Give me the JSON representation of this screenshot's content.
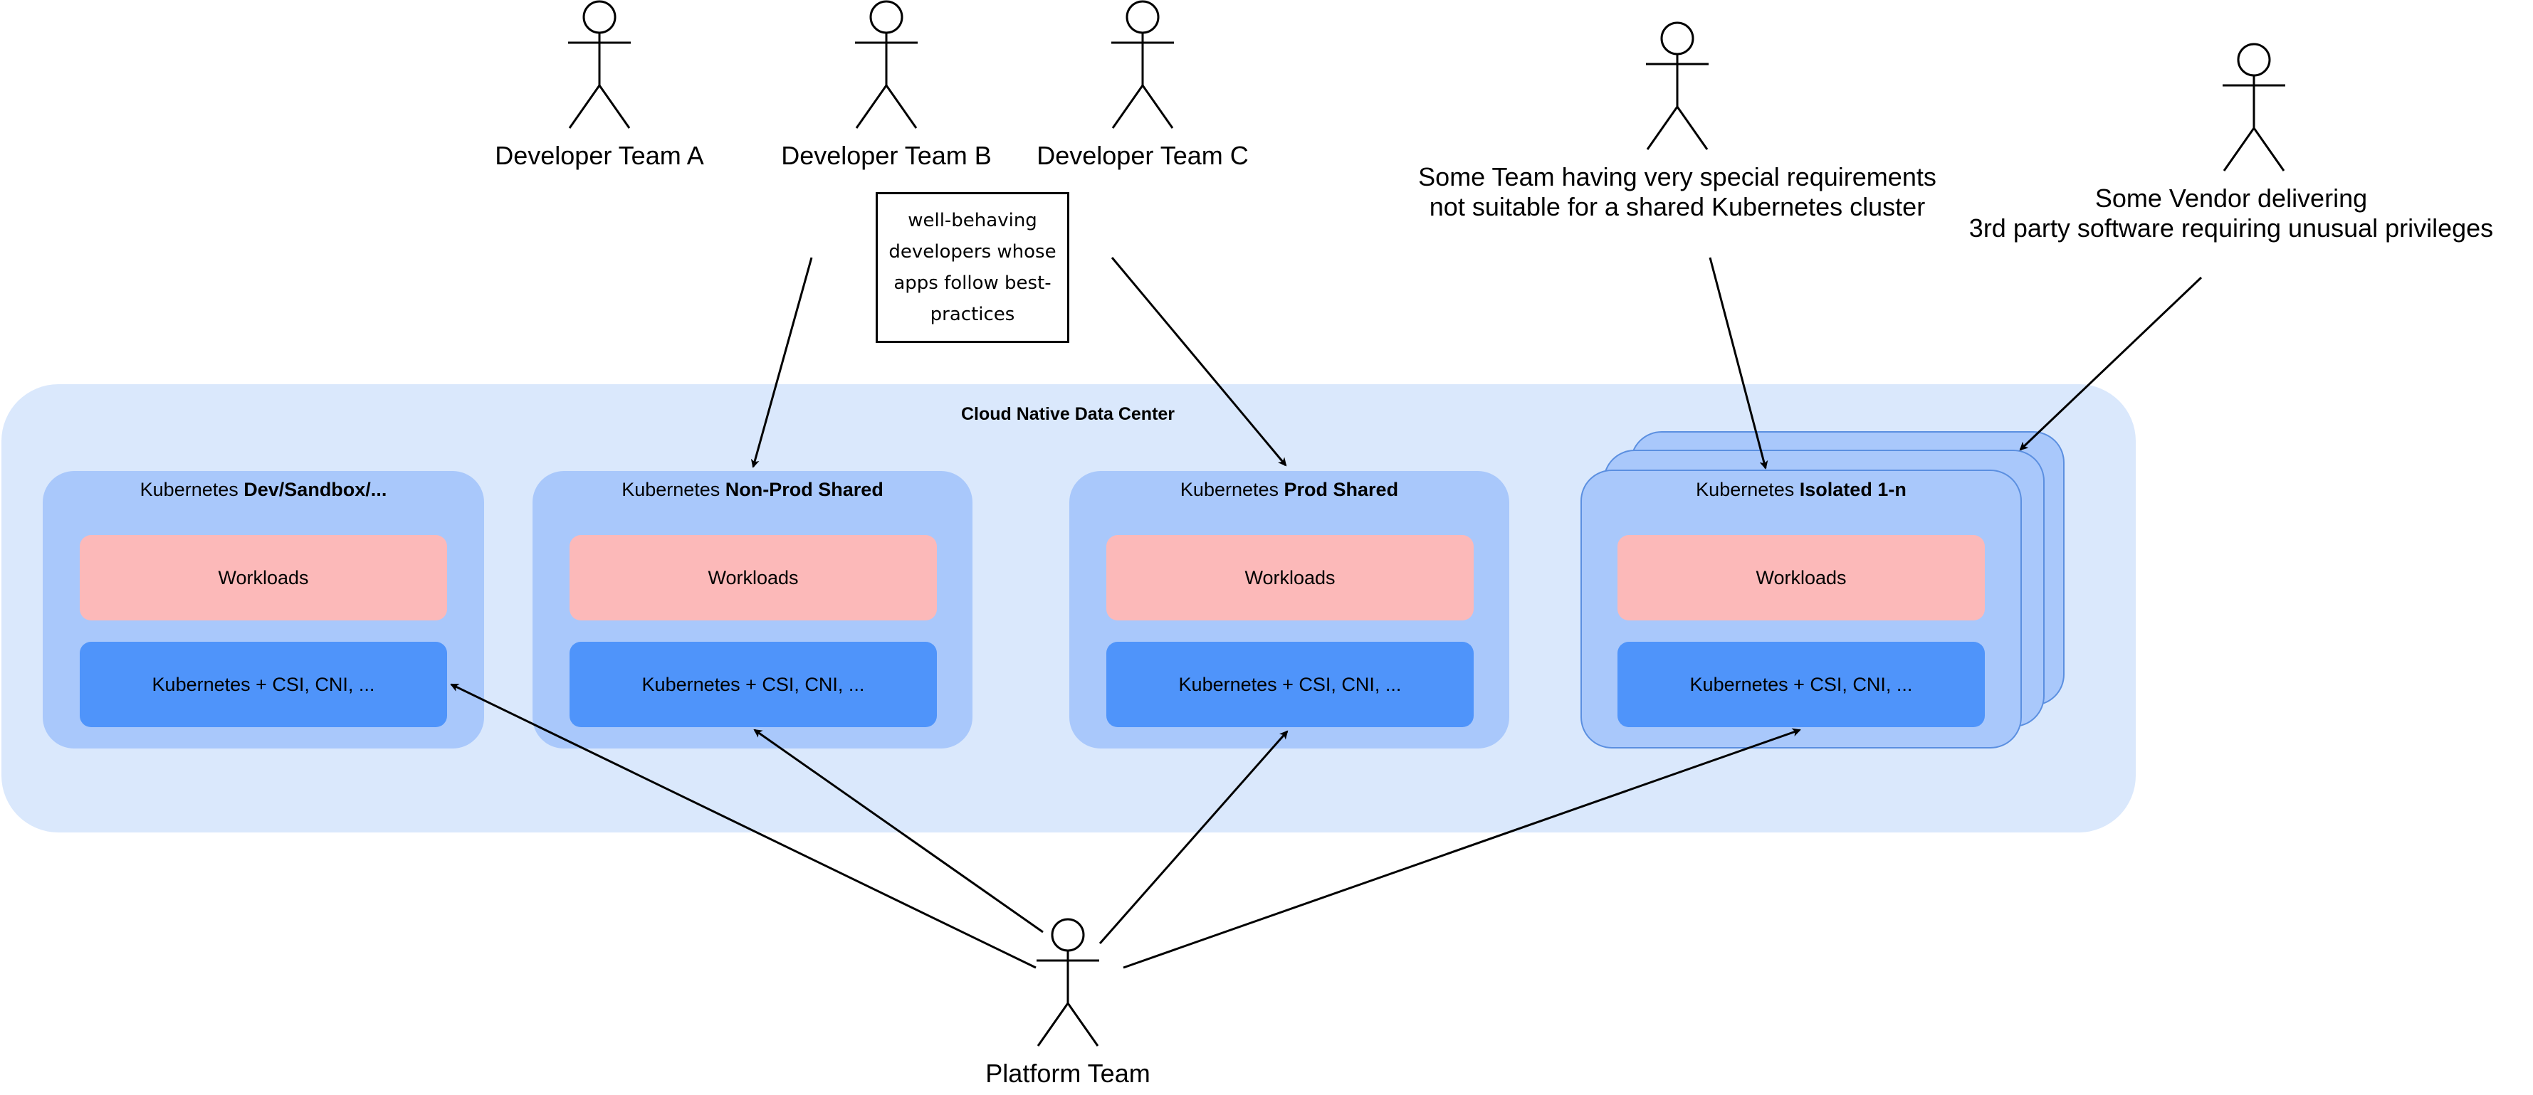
{
  "data_center": {
    "title": "Cloud Native Data Center",
    "clusters": [
      {
        "prefix": "Kubernetes ",
        "name": "Dev/Sandbox/...",
        "workloads": "Workloads",
        "platform": "Kubernetes + CSI, CNI, ..."
      },
      {
        "prefix": "Kubernetes ",
        "name": "Non-Prod Shared",
        "workloads": "Workloads",
        "platform": "Kubernetes + CSI, CNI, ..."
      },
      {
        "prefix": "Kubernetes ",
        "name": "Prod Shared",
        "workloads": "Workloads",
        "platform": "Kubernetes + CSI, CNI, ..."
      },
      {
        "prefix": "Kubernetes ",
        "name": "Isolated 1-n",
        "workloads": "Workloads",
        "platform": "Kubernetes + CSI, CNI, ..."
      }
    ]
  },
  "actors": {
    "dev_team_a": "Developer Team A",
    "dev_team_b": "Developer Team B",
    "dev_team_c": "Developer Team C",
    "special_team_line1": "Some Team having very special requirements",
    "special_team_line2": "not suitable for a shared Kubernetes cluster",
    "vendor_line1": "Some Vendor delivering",
    "vendor_line2": "3rd party software requiring unusual privileges",
    "platform_team": "Platform Team"
  },
  "note": {
    "line1": "well-behaving",
    "line2": "developers whose",
    "line3": "apps follow best-",
    "line4": "practices"
  }
}
